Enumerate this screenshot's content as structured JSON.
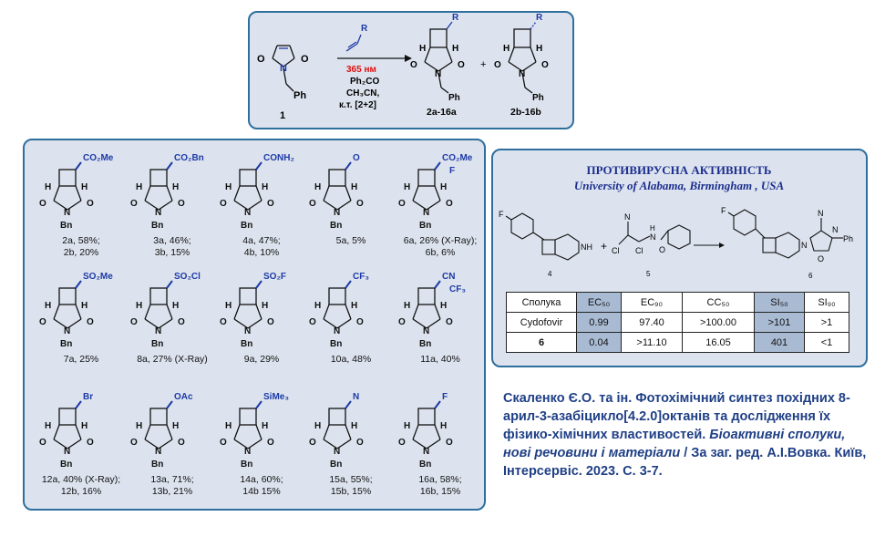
{
  "scheme": {
    "sm_label": "1",
    "alkene_sub": "R",
    "cond1": "365 нм",
    "cond2": "Ph₂CO",
    "cond3": "CH₃CN,",
    "cond4": "к.т. [2+2]",
    "prod_a": "2a-16a",
    "prod_b": "2b-16b",
    "plus": "+",
    "r_a": "R",
    "r_b": "R",
    "h": "H",
    "o": "O",
    "n": "N",
    "ph": "Ph"
  },
  "compounds": [
    {
      "sub": "CO₂Me",
      "l1": "2a, 58%;",
      "l2": "2b, 20%"
    },
    {
      "sub": "CO₂Bn",
      "l1": "3a, 46%;",
      "l2": "3b, 15%"
    },
    {
      "sub": "CONH₂",
      "l1": "4a, 47%;",
      "l2": "4b, 10%"
    },
    {
      "sub": "O",
      "l1": "5a, 5%",
      "l2": ""
    },
    {
      "sub": "CO₂Me",
      "sub2": "F",
      "l1": "6a, 26% (X-Ray);",
      "l2": "6b, 6%"
    },
    {
      "sub": "SO₂Me",
      "l1": "7a, 25%",
      "l2": ""
    },
    {
      "sub": "SO₂Cl",
      "l1": "8a, 27% (X-Ray)",
      "l2": ""
    },
    {
      "sub": "SO₂F",
      "l1": "9a, 29%",
      "l2": ""
    },
    {
      "sub": "CF₃",
      "l1": "10a, 48%",
      "l2": ""
    },
    {
      "sub": "CN",
      "sub2": "CF₃",
      "l1": "11a, 40%",
      "l2": ""
    },
    {
      "sub": "Br",
      "l1": "12a, 40% (X-Ray);",
      "l2": "12b, 16%"
    },
    {
      "sub": "OAc",
      "l1": "13a, 71%;",
      "l2": "13b, 21%"
    },
    {
      "sub": "SiMe₃",
      "l1": "14a, 60%;",
      "l2": "14b 15%"
    },
    {
      "sub": "N",
      "l1": "15a, 55%;",
      "l2": "15b, 15%"
    },
    {
      "sub": "F",
      "l1": "16a, 58%;",
      "l2": "16b, 15%"
    }
  ],
  "common": {
    "h": "H",
    "o": "O",
    "n": "N",
    "bn": "Bn"
  },
  "activity": {
    "title": "ПРОТИВИРУСНА АКТИВНІСТЬ",
    "subtitle": "University of Alabama, Birmingham , USA",
    "struct4": "4",
    "struct5": "5",
    "struct6": "6",
    "f1": "F",
    "f2": "F",
    "nh": "NH",
    "n5a": "N",
    "n5b": "N",
    "h5": "H",
    "o5": "O",
    "cl1": "Cl",
    "cl2": "Cl",
    "n6a": "N",
    "n6b": "N",
    "n6c": "N",
    "o6": "O",
    "ph6": "Ph",
    "plus": "+",
    "headers": [
      "Сполука",
      "EC₅₀",
      "EC₉₀",
      "CC₅₀",
      "SI₅₀",
      "SI₉₀"
    ],
    "rows": [
      [
        "Cydofovir",
        "0.99",
        "97.40",
        ">100.00",
        ">101",
        ">1"
      ],
      [
        "6",
        "0.04",
        ">11.10",
        "16.05",
        "401",
        "<1"
      ]
    ]
  },
  "reference": {
    "line1": "Скаленко Є.О. та ін. Фотохімічний синтез похідних 8-арил-3-азабіцикло[4.2.0]октанів та дослідження їх фізико-хімічних властивостей.",
    "line2": "Біоактивні сполуки, нові речовини і матеріали",
    "line3": " / За заг. ред. А.І.Вовка. Київ, Інтерсервіс. 2023. С. 3-7."
  }
}
